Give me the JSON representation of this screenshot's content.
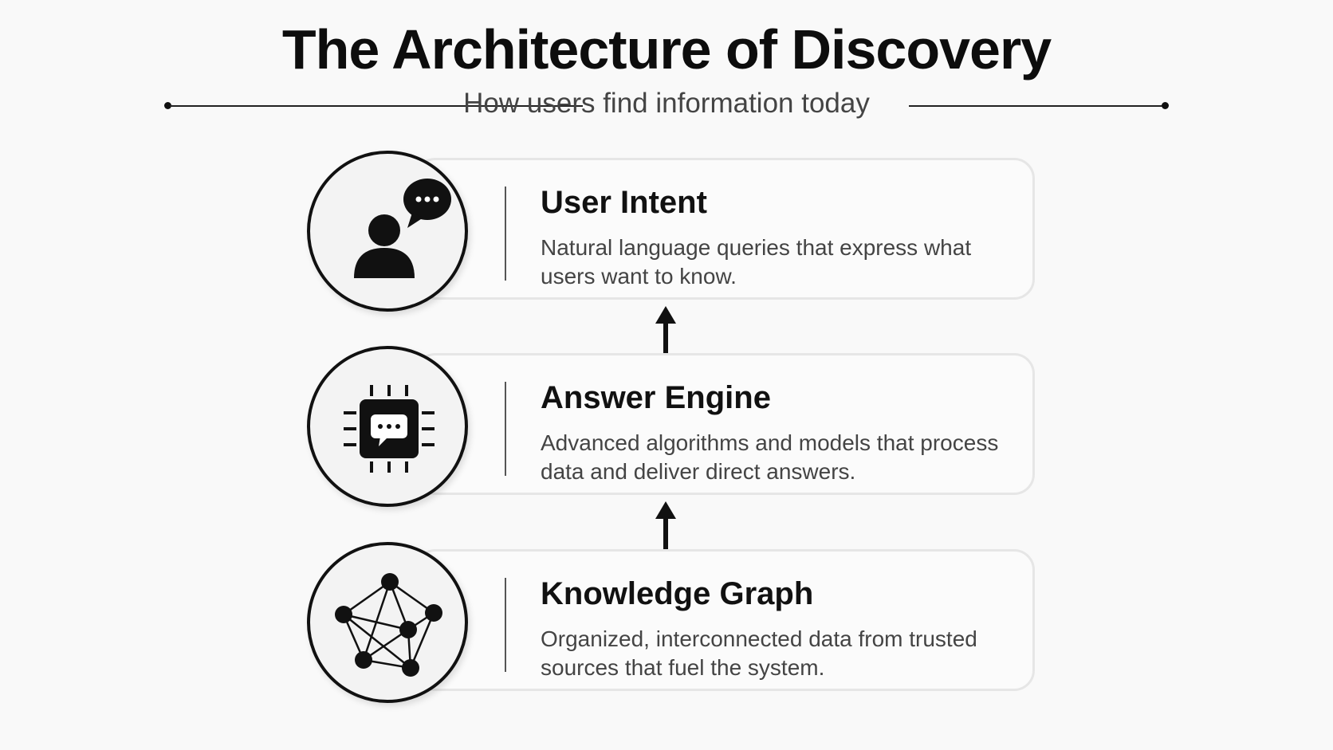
{
  "header": {
    "title": "The Architecture of Discovery",
    "subtitle": "How users find information today"
  },
  "layers": [
    {
      "title": "User Intent",
      "description": "Natural language queries that express what users want to know.",
      "icon": "user-speech-bubble-icon"
    },
    {
      "title": "Answer Engine",
      "description": "Advanced algorithms and models that process data and deliver direct answers.",
      "icon": "chip-chat-icon"
    },
    {
      "title": "Knowledge Graph",
      "description": "Organized, interconnected data from trusted sources that fuel the system.",
      "icon": "network-graph-icon"
    }
  ],
  "colors": {
    "background": "#f9f9f9",
    "ink": "#111111",
    "card_border": "#e6e6e6",
    "body_text": "#444444"
  }
}
